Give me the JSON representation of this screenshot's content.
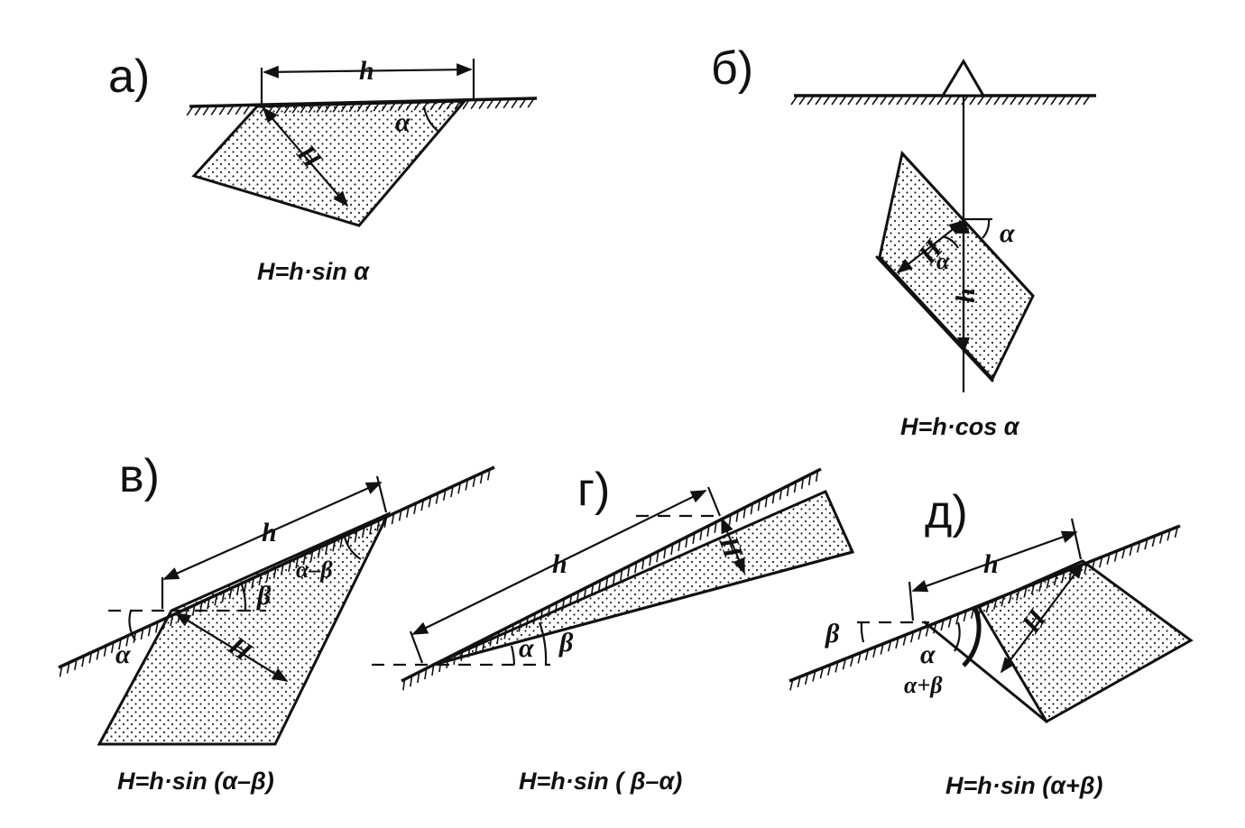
{
  "panels": {
    "a": {
      "label": "а)",
      "formula": "H=h·sin α",
      "h": "h",
      "H": "H",
      "alpha": "α"
    },
    "b": {
      "label": "б)",
      "formula": "H=h·cos α",
      "h": "h",
      "H": "H",
      "alpha": "α",
      "alpha2": "α"
    },
    "v": {
      "label": "в)",
      "formula": "H=h·sin (α–β)",
      "h": "h",
      "H": "H",
      "alpha": "α",
      "beta": "β",
      "diff": "α–β"
    },
    "g": {
      "label": "г)",
      "formula": "H=h·sin ( β–α)",
      "h": "h",
      "H": "H",
      "alpha": "α",
      "beta": "β"
    },
    "d": {
      "label": "д)",
      "formula": "H=h·sin (α+β)",
      "h": "h",
      "H": "H",
      "alpha": "α",
      "beta": "β",
      "sum": "α+β"
    }
  }
}
